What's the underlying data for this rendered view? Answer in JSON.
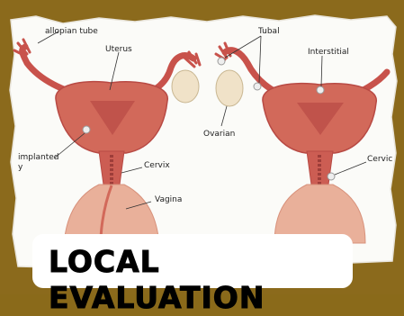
{
  "labels": {
    "fallopian_tube": "allopian tube",
    "uterus": "Uterus",
    "implanted": "implanted",
    "y_fragment": "y",
    "cervix_left": "Cervix",
    "vagina": "Vagina",
    "tubal": "Tubal",
    "interstitial": "Interstitial",
    "ovarian": "Ovarian",
    "cervix_right": "Cervic"
  },
  "banner": {
    "title": "LOCAL EVALUATION"
  },
  "colors": {
    "background": "#8b6a1c",
    "paper": "#fbfbf8",
    "uterus": "#d2695a",
    "uterus_dark": "#b84a44",
    "tissue_light": "#e9b09a",
    "ovary": "#f0e2c8"
  }
}
